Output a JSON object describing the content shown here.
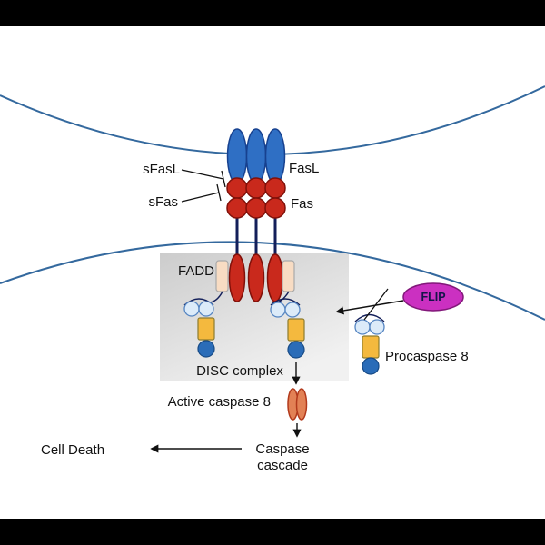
{
  "labels": {
    "sfasl": "sFasL",
    "fasl": "FasL",
    "sfas": "sFas",
    "fas": "Fas",
    "fadd": "FADD",
    "flip": "FLIP",
    "disc_complex": "DISC complex",
    "procaspase8": "Procaspase 8",
    "active_caspase8": "Active caspase 8",
    "caspase_cascade": "Caspase\ncascade",
    "cell_death": "Cell Death"
  },
  "colors": {
    "membrane": "#34699e",
    "fasl_fill": "#2f6fc4",
    "fasl_stroke": "#17418f",
    "fas_fill": "#c9291c",
    "fas_stroke": "#801009",
    "stem": "#131f5a",
    "disc_box_top": "#cccccc",
    "disc_box_bottom": "#f1f1f1",
    "fadd_fill": "#f8dcc3",
    "fadd_stroke": "#a9a9a9",
    "ded_fill": "#dcebf9",
    "ded_stroke": "#5585c2",
    "caspase_domain_fill": "#f4b93e",
    "caspase_domain_stroke": "#8d7c2e",
    "subunit_fill": "#2a6cb8",
    "subunit_stroke": "#174a85",
    "flip_fill": "#cb30c1",
    "flip_stroke": "#82187a",
    "flip_text": "#14144a",
    "active_caspase_fill": "#e28155",
    "active_caspase_stroke": "#b23a1c",
    "line": "#111111"
  }
}
